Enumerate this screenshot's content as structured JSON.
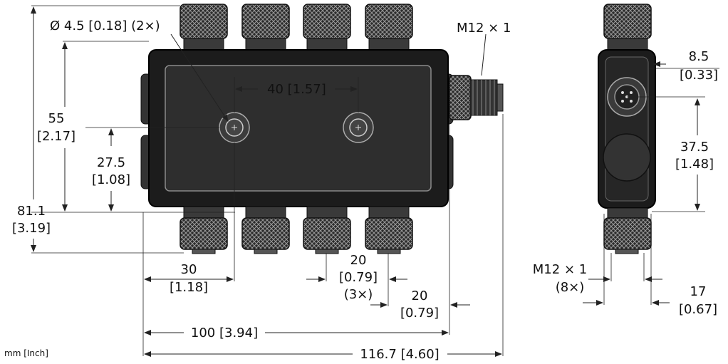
{
  "units_note": "mm [Inch]",
  "thread_label": "M12 × 1",
  "hole": {
    "label": "Ø 4.5 [0.18] (2×)"
  },
  "front": {
    "hole_spacing": "40 [1.57]",
    "height_55": {
      "mm": "55",
      "in": "[2.17]"
    },
    "height_27": {
      "mm": "27.5",
      "in": "[1.08]"
    },
    "height_81": {
      "mm": "81.1",
      "in": "[3.19]"
    },
    "dist_30": {
      "mm": "30",
      "in": "[1.18]"
    },
    "pitch_20": {
      "mm": "20",
      "in": "[0.79]",
      "count": "(3×)"
    },
    "last_20": {
      "mm": "20",
      "in": "[0.79]"
    },
    "width_100": "100 [3.94]",
    "width_116": "116.7 [4.60]"
  },
  "side": {
    "thread_count_label": "M12 × 1",
    "thread_count": "(8×)",
    "d_8_5": {
      "mm": "8.5",
      "in": "[0.33]"
    },
    "d_37_5": {
      "mm": "37.5",
      "in": "[1.48]"
    },
    "d_17": {
      "mm": "17",
      "in": "[0.67]"
    }
  }
}
